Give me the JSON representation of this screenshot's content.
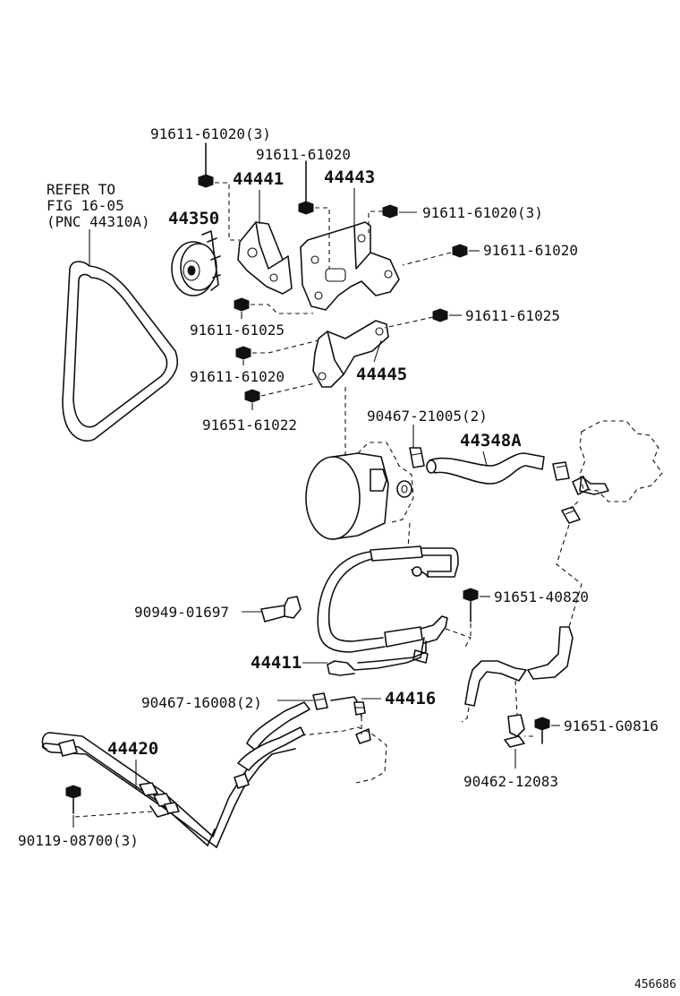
{
  "figure_id": "456686",
  "note": {
    "line1": "REFER TO",
    "line2": "FIG 16-05",
    "line3": "(PNC 44310A)"
  },
  "labels": {
    "bolt_91611_61020_3_top": "91611-61020(3)",
    "bracket_44441": "44441",
    "bolt_91611_61020_top_mid": "91611-61020",
    "bracket_44443": "44443",
    "idler_44350": "44350",
    "bolt_91611_61020_3_right": "91611-61020(3)",
    "bolt_91611_61020_right": "91611-61020",
    "bolt_91611_61025_left": "91611-61025",
    "bolt_91611_61025_right": "91611-61025",
    "bolt_91611_61020_lower": "91611-61020",
    "bracket_44445": "44445",
    "bolt_91651_61022": "91651-61022",
    "clip_90467_21005_2": "90467-21005(2)",
    "hose_44348a": "44348A",
    "bolt_91651_40820": "91651-40820",
    "bracket_90949_01697": "90949-01697",
    "tube_44411": "44411",
    "clip_90467_16008_2": "90467-16008(2)",
    "tube_44416": "44416",
    "cooler_44420": "44420",
    "bolt_91651_g0816": "91651-G0816",
    "clamp_90462_12083": "90462-12083",
    "bolt_90119_08700_3": "90119-08700(3)"
  }
}
